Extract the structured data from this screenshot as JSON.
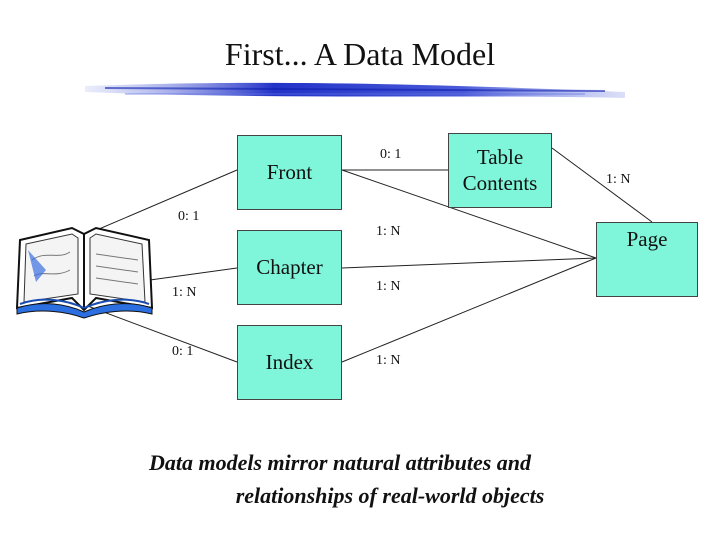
{
  "title": "First... A Data Model",
  "entities": {
    "front": "Front",
    "chapter": "Chapter",
    "index": "Index",
    "table_contents_line1": "Table",
    "table_contents_line2": "Contents",
    "page": "Page"
  },
  "cardinalities": {
    "book_front": "0: 1",
    "book_chapter": "1: N",
    "book_index": "0: 1",
    "front_table": "0: 1",
    "front_page": "1: N",
    "chapter_page": "1: N",
    "index_page": "1: N",
    "table_page": "1: N"
  },
  "caption": {
    "line1": "Data models mirror natural attributes and",
    "line2": "relationships of real-world objects"
  },
  "colors": {
    "entity_fill": "#7ff5d9",
    "brush_stroke": "#3a4fd0"
  }
}
